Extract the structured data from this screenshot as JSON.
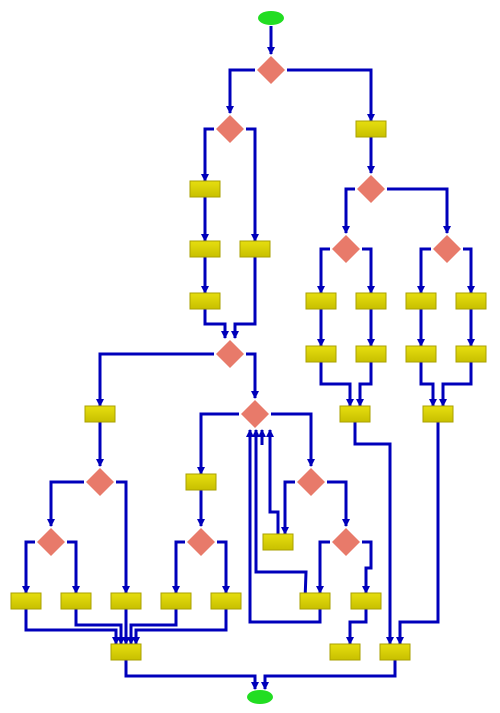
{
  "diagram": {
    "type": "flowchart",
    "labels_shown": false,
    "colors": {
      "terminal": "#22dd22",
      "decision": "#e87a6a",
      "process_fill": "#d4cc00",
      "process_border": "#aaa000",
      "connector": "#0000bb",
      "background": "#ffffff"
    },
    "node_types": [
      "terminal",
      "decision",
      "process"
    ]
  }
}
